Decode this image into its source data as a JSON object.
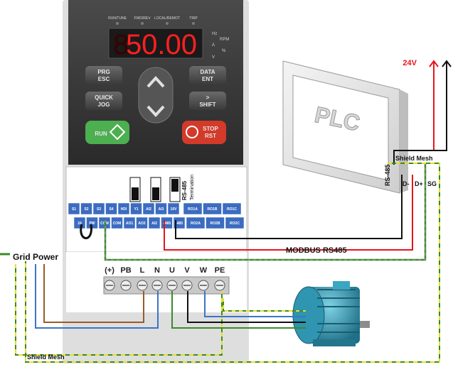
{
  "drive": {
    "led_labels": [
      "RUN/TUNE",
      "FWD/REV",
      "LOCAL/REMOT",
      "TRIP"
    ],
    "display_value": "50.00",
    "units": [
      "Hz",
      "RPM",
      "A",
      "%",
      "V"
    ],
    "keys": {
      "prg": [
        "PRG",
        "ESC"
      ],
      "data": [
        "DATA",
        "ENT"
      ],
      "quick": [
        "QUICK",
        "JOG"
      ],
      "shift": "SHIFT",
      "run": "RUN",
      "stop": [
        "STOP",
        "RST"
      ]
    },
    "rs485_label": "RS-485",
    "termination_label": "Termination",
    "control_terminals_top": [
      "S1",
      "S2",
      "S3",
      "S4",
      "HDI",
      "Y1",
      "AI2",
      "AI3",
      "10V"
    ],
    "relay_terminals_top": [
      "RO1A",
      "RO1B",
      "RO1C"
    ],
    "control_terminals_bottom": [
      "24",
      "PW",
      "COM",
      "COM",
      "AO1",
      "AO2",
      "AI2",
      "+485",
      "-485"
    ],
    "relay_terminals_bottom": [
      "RO2A",
      "RO2B",
      "RO2C"
    ],
    "power_terminals": [
      "(+)",
      "PB",
      "L",
      "N",
      "U",
      "V",
      "W",
      "PE"
    ]
  },
  "plc": {
    "label": "PLC",
    "rs485_label": "RS-485",
    "pins": [
      "D-",
      "D+",
      "SG"
    ]
  },
  "labels": {
    "grid_power": "Grid Power",
    "modbus": "MODBUS RS485",
    "shield_mesh_top": "Shield Mesh",
    "shield_mesh_bottom": "Shield Mesh",
    "supply": "24V"
  },
  "colors": {
    "wire_red": "#e8141b",
    "wire_black": "#111111",
    "wire_green": "#3a8a2a",
    "wire_yellow": "#e4df2a",
    "wire_blue": "#3b74c9",
    "wire_brown": "#9a5a2b",
    "terminal_blue": "#3b6cc0",
    "motor": "#2f95b0",
    "drive_body": "#2f2f2f",
    "display_red": "#ff2020"
  }
}
